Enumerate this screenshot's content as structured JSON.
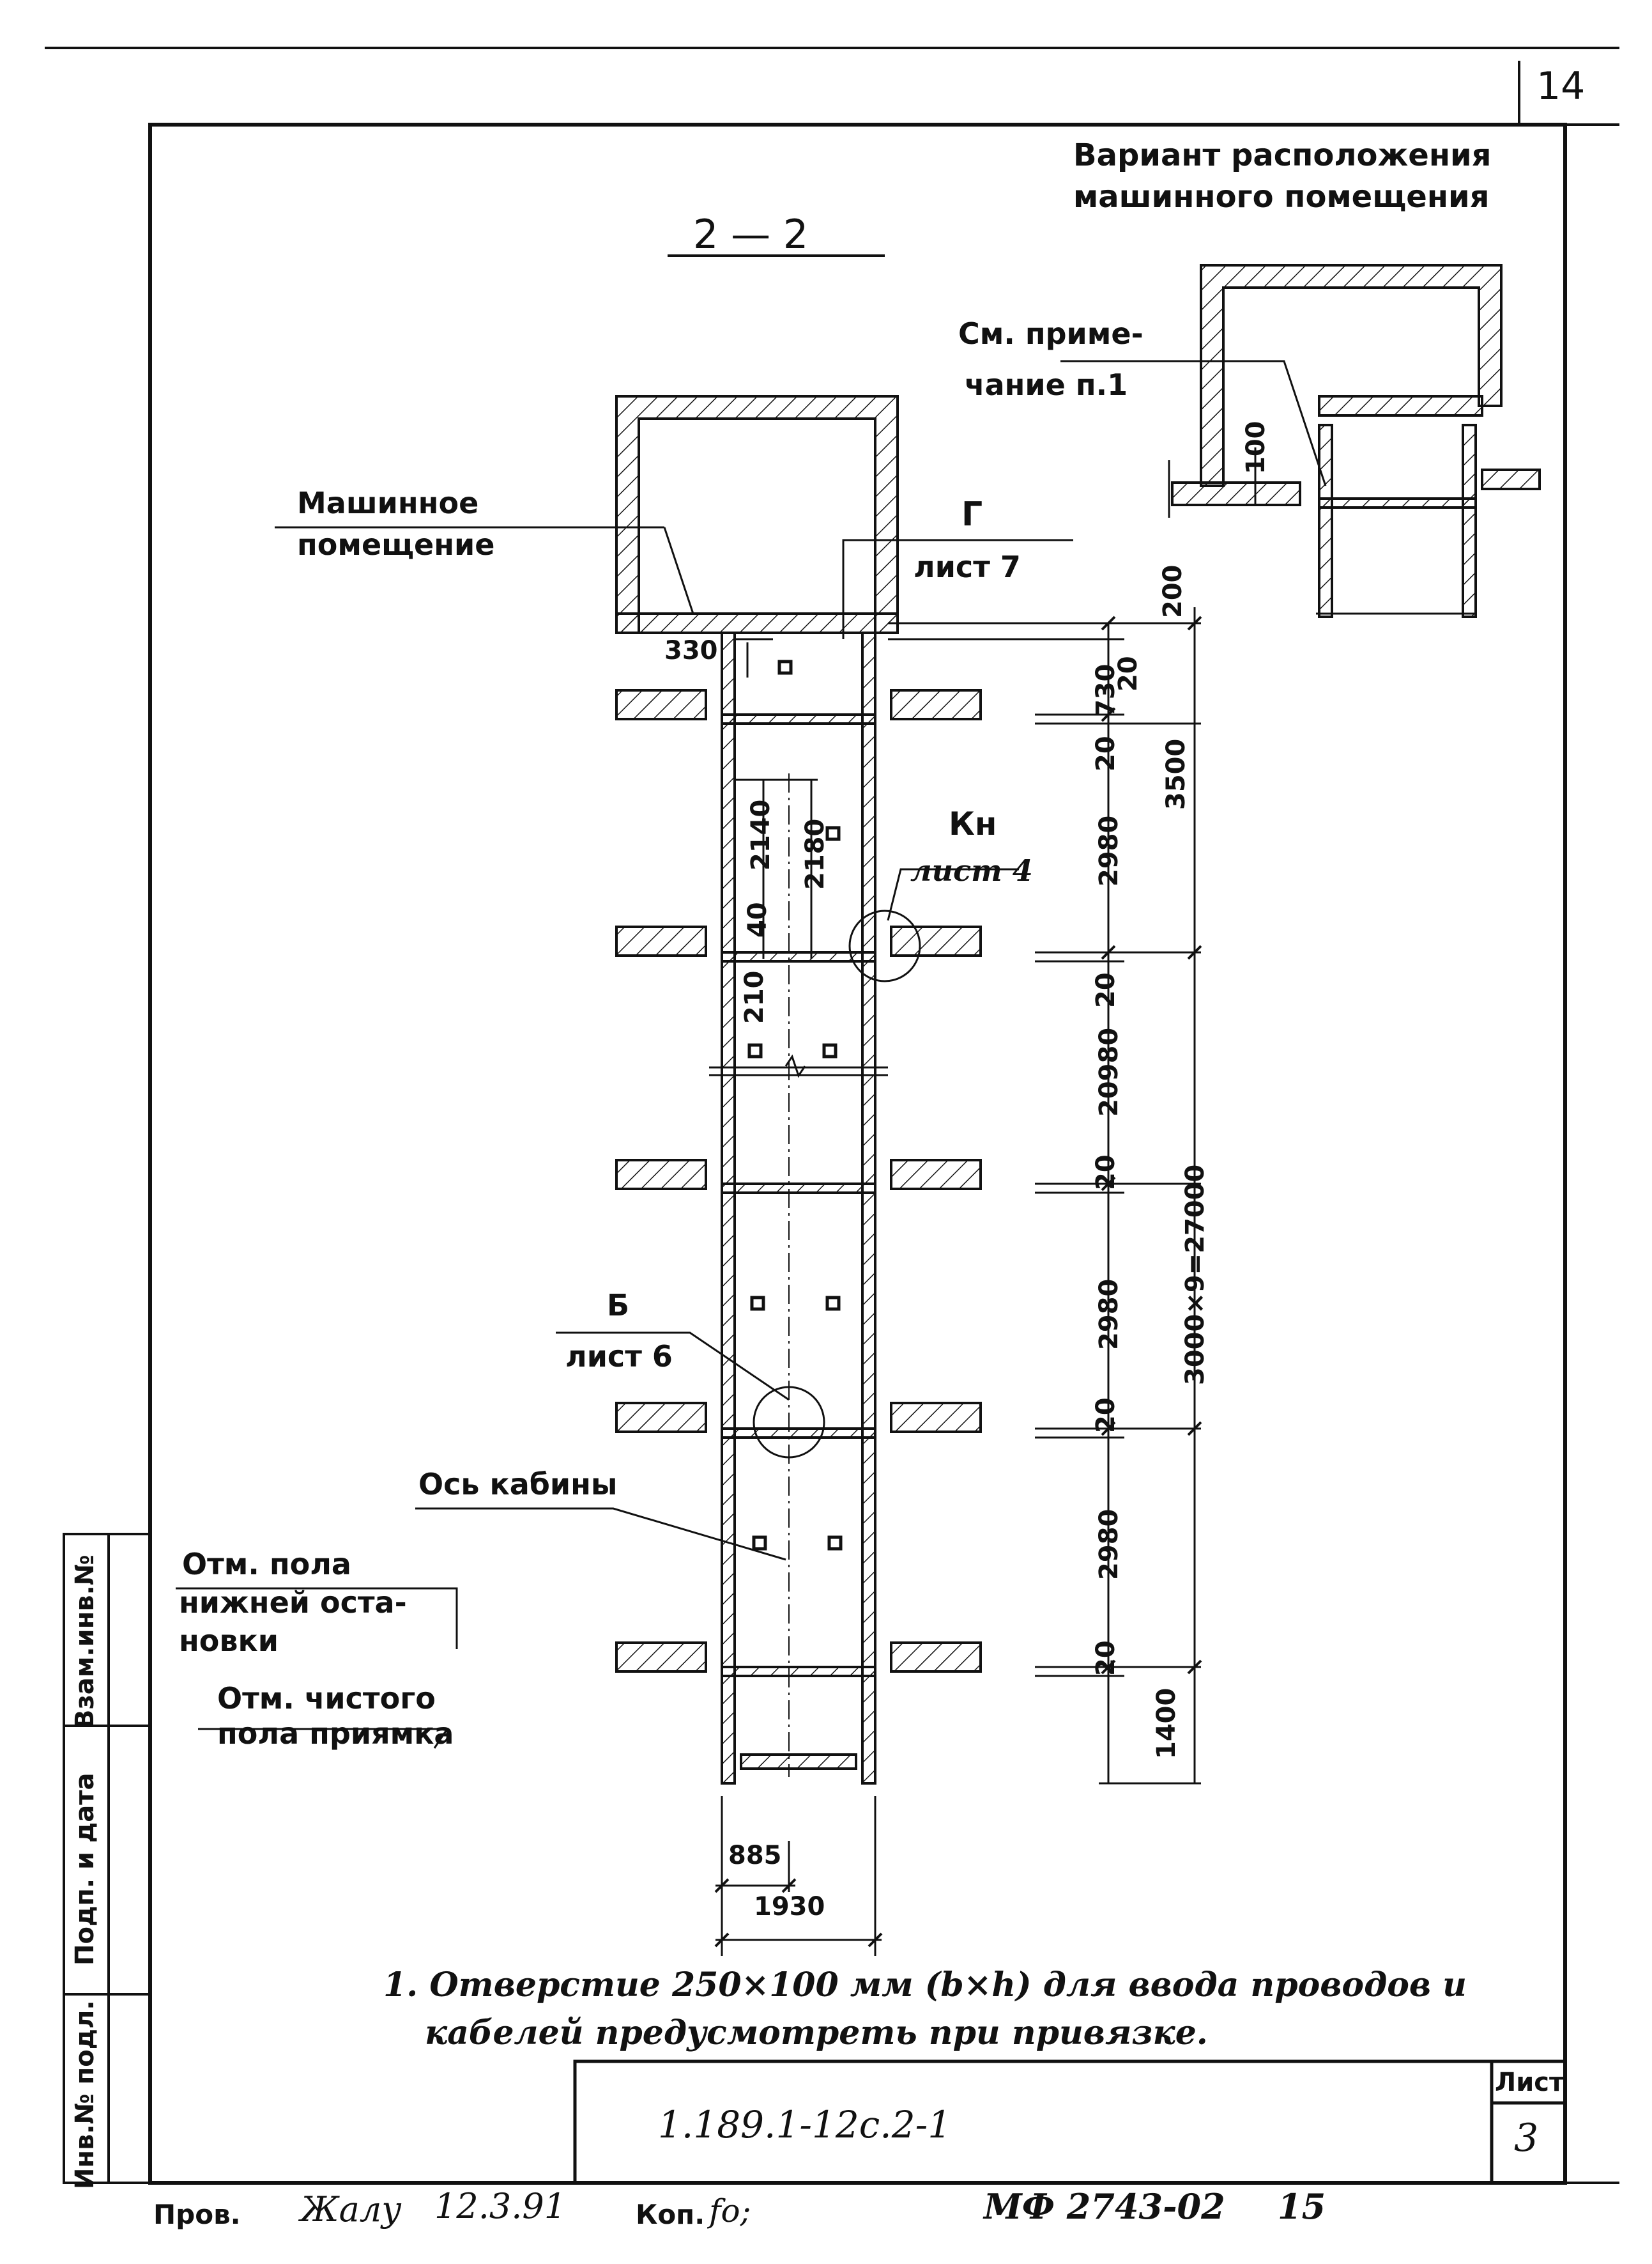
{
  "sheet_corner": "14",
  "variant_title": [
    "Вариант расположения",
    "машинного помещения"
  ],
  "variant_note": [
    "См. приме-",
    "чание п.1"
  ],
  "variant_dim_100": "100",
  "section_title": "2 — 2",
  "machine_room_label": [
    "Машинное",
    "помещение"
  ],
  "callout_g": {
    "letter": "Г",
    "sheet": "лист 7"
  },
  "callout_kn": {
    "letter": "Кн",
    "sheet": "лист 4"
  },
  "callout_b": {
    "letter": "Б",
    "sheet": "лист 6"
  },
  "cabin_axis_label": "Ось кабины",
  "lower_stop_label": [
    "Отм. пола",
    "нижней оста-",
    "новки"
  ],
  "pit_floor_label": [
    "Отм. чистого",
    "пола приямка"
  ],
  "dims": {
    "d330": "330",
    "d200": "200",
    "d20a": "20",
    "d730": "730",
    "d20b": "20",
    "d3500": "3500",
    "d2980a": "2980",
    "d2140": "2140",
    "d2180": "2180",
    "d40": "40",
    "d210": "210",
    "d20c": "20",
    "d20980": "20980",
    "d20d": "20",
    "d2980b": "2980",
    "d27000": "3000×9=27000",
    "d20e": "20",
    "d2980c": "2980",
    "d20f": "20",
    "d1400": "1400",
    "d885": "885",
    "d1930": "1930"
  },
  "note": [
    "1. Отверстие 250×100 мм (b×h) для ввода проводов и",
    "кабелей предусмотреть при привязке."
  ],
  "side_stamp": [
    "Взам.инв.№",
    "Подп. и дата",
    "Инв.№ подл."
  ],
  "title_block": {
    "code": "1.189.1-12с.2-1",
    "sheet_label": "Лист",
    "sheet_no": "3"
  },
  "footer": {
    "prov": "Пров.",
    "signature": "Жалу",
    "date": "12.3.91",
    "kop_label": "Коп.",
    "kop_sign": "fo;",
    "doc_no": "МФ 2743-02",
    "page": "15"
  }
}
